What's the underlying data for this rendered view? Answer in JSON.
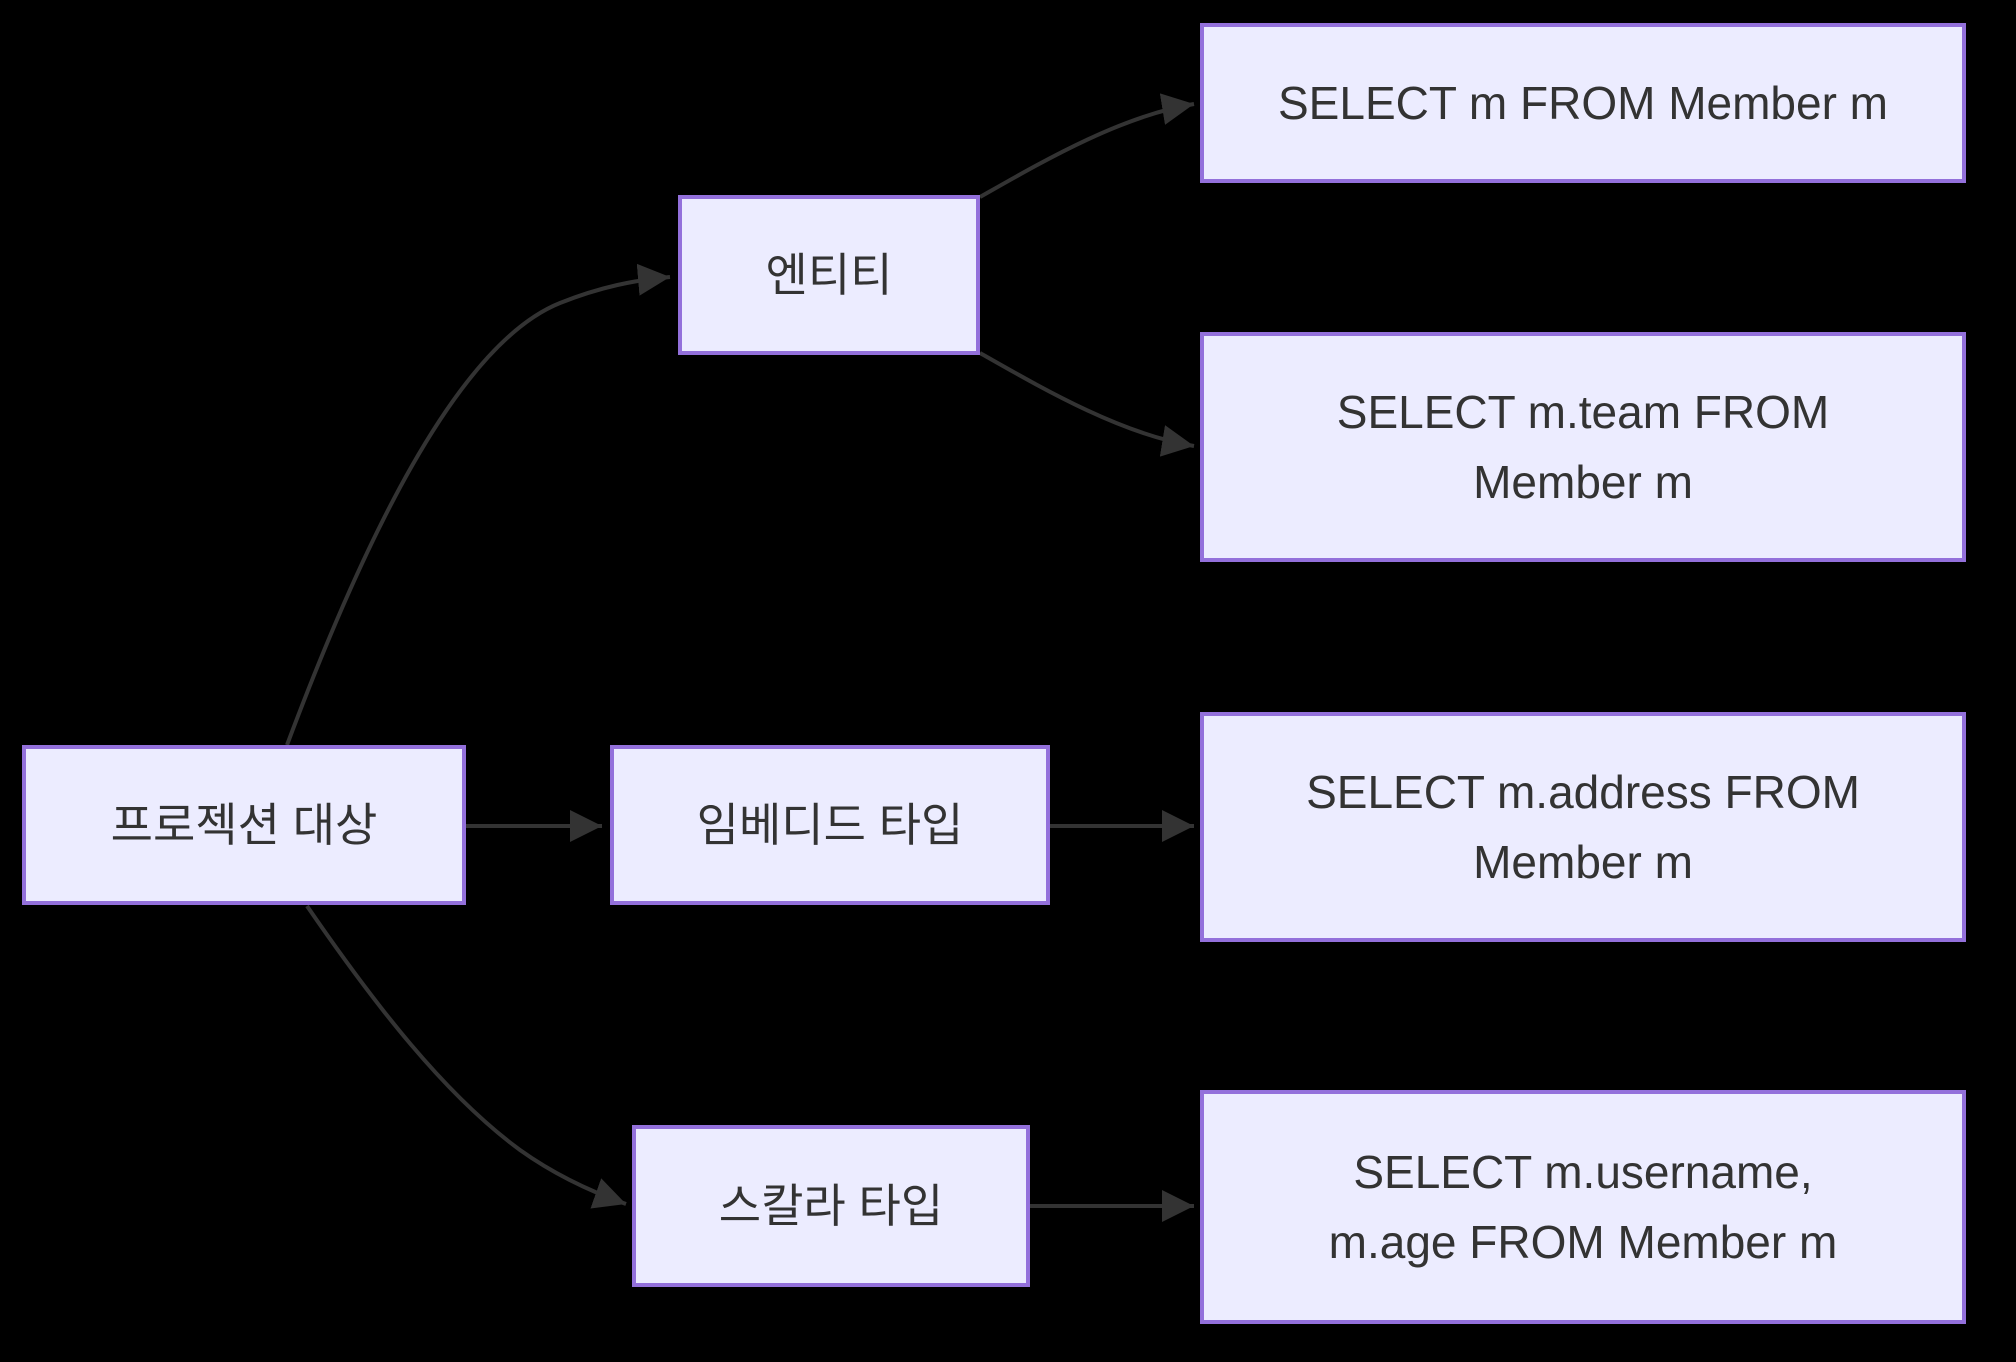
{
  "diagram": {
    "colors": {
      "background": "#000000",
      "node_fill": "#ECECFF",
      "node_border": "#9370DB",
      "edge": "#333333",
      "text": "#333333"
    },
    "nodes": {
      "root": {
        "label": "프로젝션 대상",
        "lines": [
          "프로젝션 대상"
        ]
      },
      "entity": {
        "label": "엔티티",
        "lines": [
          "엔티티"
        ]
      },
      "embedded": {
        "label": "임베디드 타입",
        "lines": [
          "임베디드 타입"
        ]
      },
      "scalar": {
        "label": "스칼라 타입",
        "lines": [
          "스칼라 타입"
        ]
      },
      "q_entity": {
        "label": "SELECT m FROM Member m",
        "lines": [
          "SELECT m FROM Member m"
        ]
      },
      "q_team": {
        "label": "SELECT m.team FROM Member m",
        "lines": [
          "SELECT m.team FROM",
          "Member m"
        ]
      },
      "q_address": {
        "label": "SELECT m.address FROM Member m",
        "lines": [
          "SELECT m.address FROM",
          "Member m"
        ]
      },
      "q_scalar": {
        "label": "SELECT m.username, m.age FROM Member m",
        "lines": [
          "SELECT m.username,",
          "m.age FROM Member m"
        ]
      }
    },
    "edges": [
      {
        "from": "root",
        "to": "entity"
      },
      {
        "from": "root",
        "to": "embedded"
      },
      {
        "from": "root",
        "to": "scalar"
      },
      {
        "from": "entity",
        "to": "q_entity"
      },
      {
        "from": "entity",
        "to": "q_team"
      },
      {
        "from": "embedded",
        "to": "q_address"
      },
      {
        "from": "scalar",
        "to": "q_scalar"
      }
    ]
  }
}
